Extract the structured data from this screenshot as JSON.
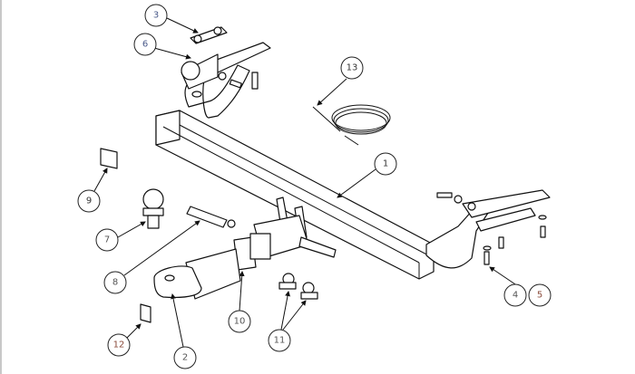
{
  "diagram": {
    "type": "exploded-parts-drawing",
    "callouts": [
      {
        "id": "c3",
        "label": "3",
        "color": "#4a5a8a"
      },
      {
        "id": "c6",
        "label": "6",
        "color": "#4a5a8a"
      },
      {
        "id": "c13",
        "label": "13",
        "color": "#333333"
      },
      {
        "id": "c1",
        "label": "1",
        "color": "#333333"
      },
      {
        "id": "c9",
        "label": "9",
        "color": "#333333"
      },
      {
        "id": "c7",
        "label": "7",
        "color": "#555555"
      },
      {
        "id": "c8",
        "label": "8",
        "color": "#555555"
      },
      {
        "id": "c4",
        "label": "4",
        "color": "#555555"
      },
      {
        "id": "c5",
        "label": "5",
        "color": "#8a4a3a"
      },
      {
        "id": "c12",
        "label": "12",
        "color": "#8a4a3a"
      },
      {
        "id": "c2",
        "label": "2",
        "color": "#555555"
      },
      {
        "id": "c10",
        "label": "10",
        "color": "#555555"
      },
      {
        "id": "c11",
        "label": "11",
        "color": "#555555"
      }
    ]
  }
}
